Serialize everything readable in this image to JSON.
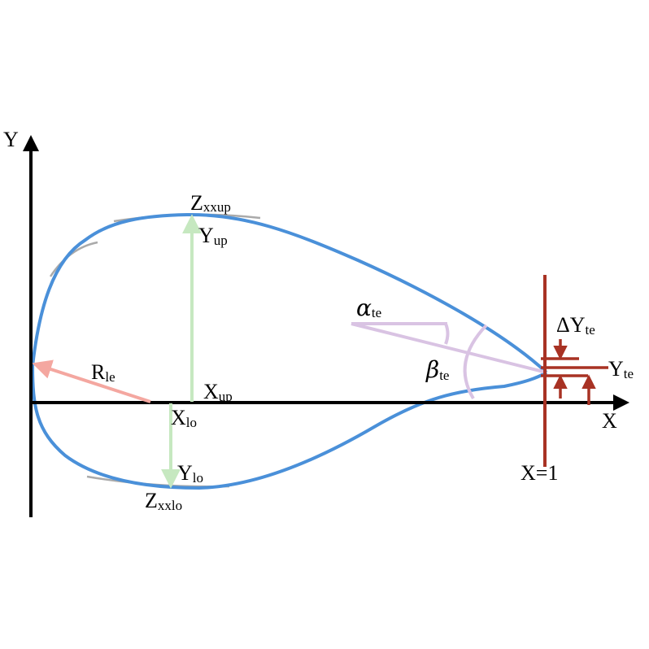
{
  "axes": {
    "y_label": "Y",
    "x_label": "X"
  },
  "labels": {
    "zxxup": {
      "main": "Z",
      "sub": "xxup"
    },
    "yup": {
      "main": "Y",
      "sub": "up"
    },
    "xup": {
      "main": "X",
      "sub": "up"
    },
    "xlo": {
      "main": "X",
      "sub": "lo"
    },
    "ylo": {
      "main": "Y",
      "sub": "lo"
    },
    "zxxlo": {
      "main": "Z",
      "sub": "xxlo"
    },
    "rle": {
      "main": "R",
      "sub": "le"
    },
    "alpha_te": {
      "main": "α",
      "sub": "te"
    },
    "beta_te": {
      "main": "β",
      "sub": "te"
    },
    "delta_yte": {
      "main": "ΔY",
      "sub": "te"
    },
    "yte": {
      "main": "Y",
      "sub": "te"
    },
    "x_equals_1": "X=1"
  },
  "colors": {
    "airfoil": "#4a90d9",
    "axes": "#000000",
    "leading_edge_radius": "#f4a7a0",
    "heights": "#c6e8c0",
    "angles": "#d9c3e3",
    "trailing_edge": "#a83224",
    "curvature_fits": "#aaaaaa"
  }
}
